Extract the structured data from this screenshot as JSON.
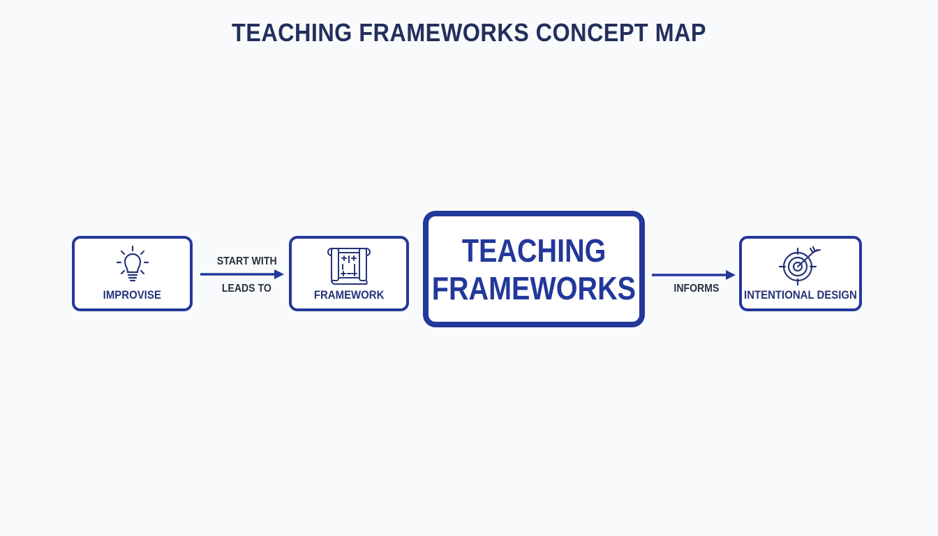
{
  "title": "TEACHING FRAMEWORKS CONCEPT MAP",
  "colors": {
    "primary": "#23389a",
    "title": "#232f5c",
    "label_text": "#263377",
    "edge_text": "#2a2f3d",
    "background": "#f9fafc"
  },
  "nodes": [
    {
      "id": "improvise",
      "label": "IMPROVISE",
      "icon": "lightbulb-icon"
    },
    {
      "id": "framework",
      "label": "FRAMEWORK",
      "icon": "blueprint-scroll-icon"
    },
    {
      "id": "center",
      "label_line1": "TEACHING",
      "label_line2": "FRAMEWORKS"
    },
    {
      "id": "intentional-design",
      "label": "INTENTIONAL DESIGN",
      "icon": "target-arrow-icon"
    }
  ],
  "edges": [
    {
      "from": "improvise",
      "to": "framework",
      "label_above": "START WITH",
      "label_below": "LEADS TO"
    },
    {
      "from": "center",
      "to": "intentional-design",
      "label_below": "INFORMS"
    }
  ]
}
